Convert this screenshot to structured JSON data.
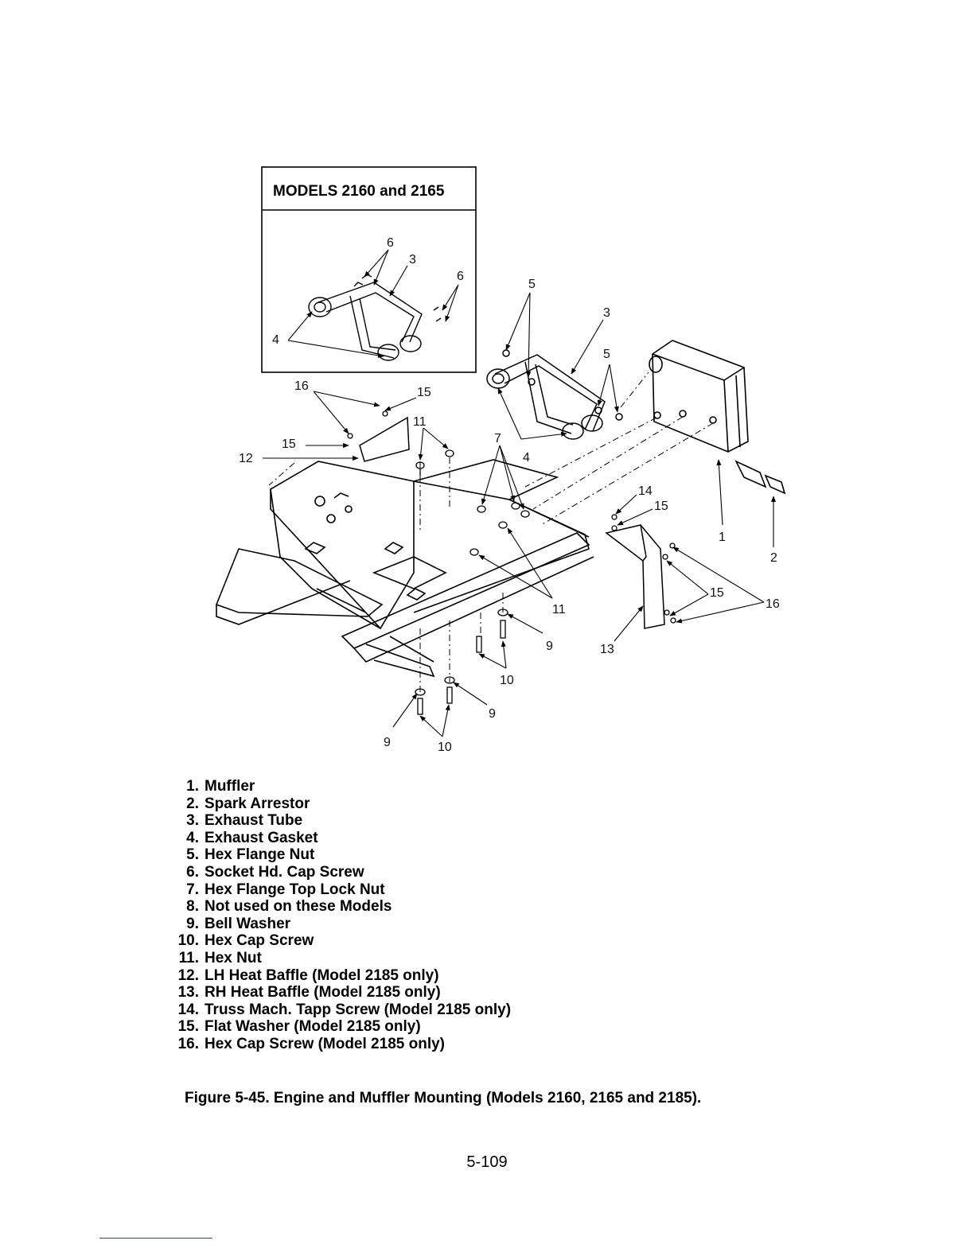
{
  "inset": {
    "title": "MODELS 2160 and 2165"
  },
  "callouts": {
    "inset_6a": "6",
    "inset_3": "3",
    "inset_6b": "6",
    "inset_4": "4",
    "c5a": "5",
    "c3": "3",
    "c5b": "5",
    "c4": "4",
    "c7": "7",
    "c16a": "16",
    "c15a": "15",
    "c11a": "11",
    "c15b": "15",
    "c12": "12",
    "c14": "14",
    "c15c": "15",
    "c1": "1",
    "c2": "2",
    "c15d": "15",
    "c16b": "16",
    "c11b": "11",
    "c9a": "9",
    "c13": "13",
    "c10a": "10",
    "c9b": "9",
    "c9c": "9",
    "c10b": "10"
  },
  "legend": [
    {
      "num": "1.",
      "label": "Muffler"
    },
    {
      "num": "2.",
      "label": "Spark Arrestor"
    },
    {
      "num": "3.",
      "label": "Exhaust Tube"
    },
    {
      "num": "4.",
      "label": "Exhaust Gasket"
    },
    {
      "num": "5.",
      "label": "Hex Flange Nut"
    },
    {
      "num": "6.",
      "label": "Socket Hd. Cap Screw"
    },
    {
      "num": "7.",
      "label": "Hex Flange Top Lock Nut"
    },
    {
      "num": "8.",
      "label": "Not used on these Models"
    },
    {
      "num": "9.",
      "label": "Bell Washer"
    },
    {
      "num": "10.",
      "label": "Hex Cap Screw"
    },
    {
      "num": "11.",
      "label": "Hex Nut"
    },
    {
      "num": "12.",
      "label": "LH Heat Baffle (Model 2185 only)"
    },
    {
      "num": "13.",
      "label": "RH Heat Baffle (Model 2185 only)"
    },
    {
      "num": "14.",
      "label": "Truss Mach. Tapp Screw (Model 2185 only)"
    },
    {
      "num": "15.",
      "label": "Flat Washer (Model 2185 only)"
    },
    {
      "num": "16.",
      "label": "Hex Cap Screw (Model 2185 only)"
    }
  ],
  "caption": "Figure 5-45. Engine and Muffler Mounting (Models 2160, 2165 and 2185).",
  "page_number": "5-109"
}
